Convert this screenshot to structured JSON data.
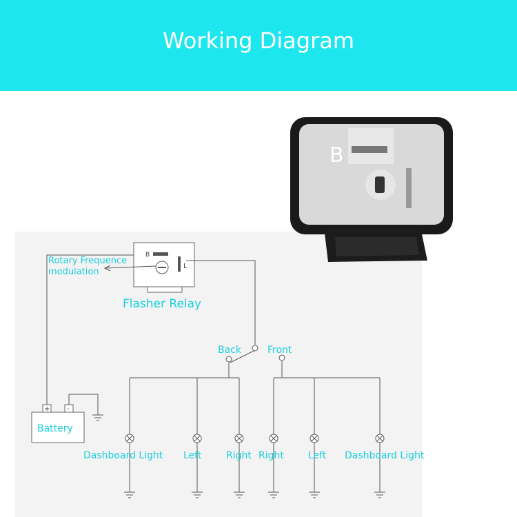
{
  "banner": {
    "title": "Working Diagram"
  },
  "diagram": {
    "relay_label": "Flasher Relay",
    "relay_pin_b": "B",
    "relay_pin_l": "L",
    "rotary_line1": "Rotary Frequence",
    "rotary_line2": "modulation",
    "battery_label": "Battery",
    "battery_plus": "+",
    "battery_minus": "-",
    "back_label": "Back",
    "front_label": "Front",
    "lights": [
      {
        "label": "Dashboard Light"
      },
      {
        "label": "Left"
      },
      {
        "label": "Right"
      },
      {
        "label": "Right"
      },
      {
        "label": "Left"
      },
      {
        "label": "Dashboard Light"
      }
    ],
    "photo_pin_b": "B"
  },
  "colors": {
    "banner": "#1ee6ee",
    "label": "#19cfe0"
  }
}
